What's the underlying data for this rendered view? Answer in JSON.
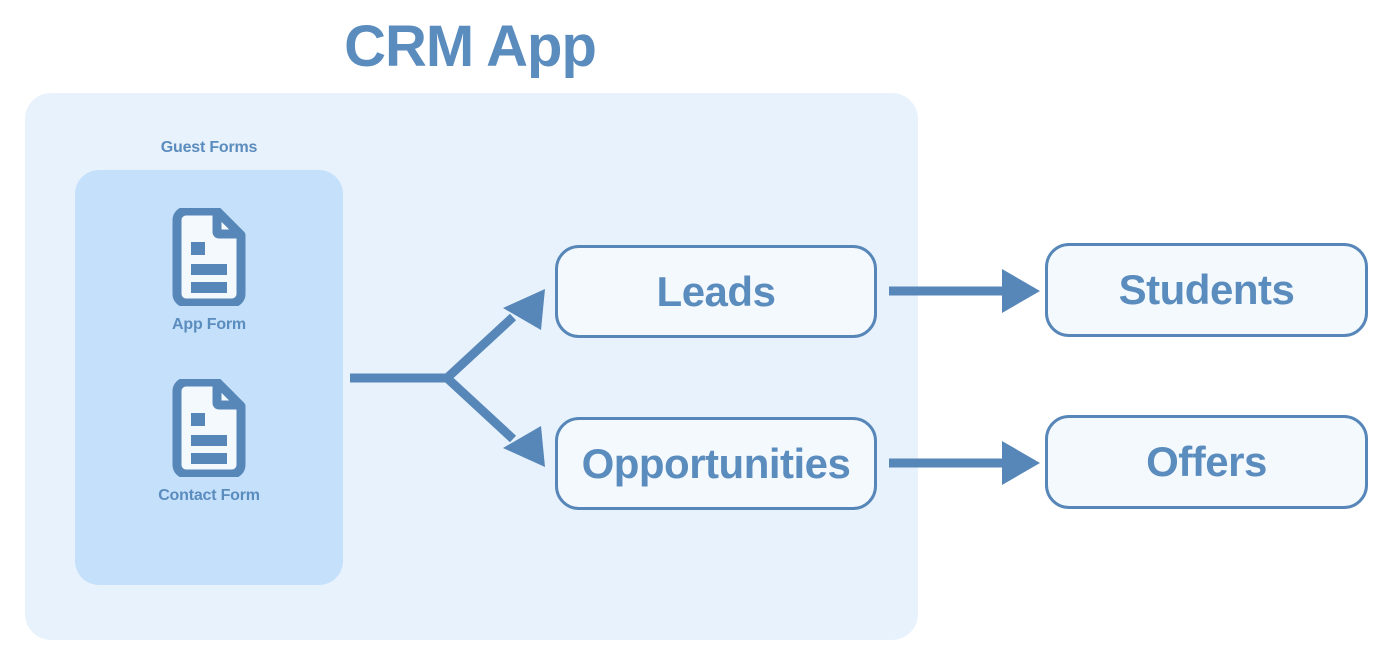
{
  "page": {
    "title": "CRM App",
    "background": "#ffffff"
  },
  "colors": {
    "accent_blue": "#5B8CBE",
    "line_blue": "#5787B8",
    "panel_light": "#E8F2FC",
    "panel_mid": "#C5E0FB",
    "box_fill": "#F4F9FE"
  },
  "group": {
    "label": "Guest Forms",
    "forms": [
      {
        "caption": "App Form",
        "icon": "document-icon"
      },
      {
        "caption": "Contact Form",
        "icon": "document-icon"
      }
    ]
  },
  "entities": {
    "leads": "Leads",
    "opportunities": "Opportunities",
    "students": "Students",
    "offers": "Offers"
  },
  "connectors": [
    {
      "name": "forms-to-leads",
      "from": "Guest Forms",
      "to": "Leads"
    },
    {
      "name": "forms-to-opportunities",
      "from": "Guest Forms",
      "to": "Opportunities"
    },
    {
      "name": "leads-to-students",
      "from": "Leads",
      "to": "Students"
    },
    {
      "name": "opportunities-to-offers",
      "from": "Opportunities",
      "to": "Offers"
    }
  ]
}
